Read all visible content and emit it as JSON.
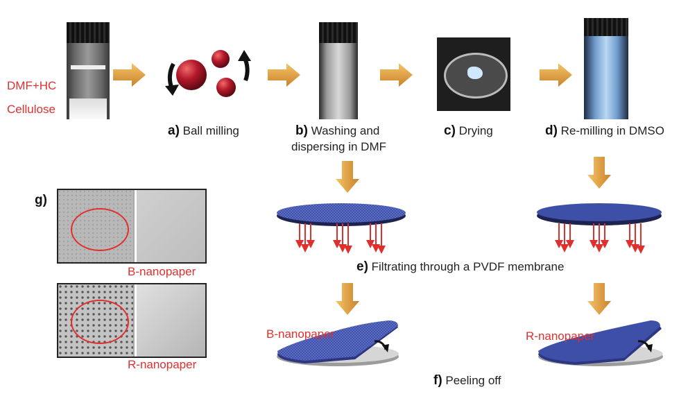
{
  "colors": {
    "red": "#e0302e",
    "arrow": "#e8a23a",
    "membrane": "#3e4fa8",
    "sphere": "#b3182a"
  },
  "inputs": {
    "line1": "DMF+HC",
    "line2": "Cellulose"
  },
  "steps": {
    "a": {
      "letter": "a)",
      "text": "Ball milling"
    },
    "b": {
      "letter": "b)",
      "text1": "Washing and",
      "text2": "dispersing in DMF"
    },
    "c": {
      "letter": "c)",
      "text": "Drying"
    },
    "d": {
      "letter": "d)",
      "text": "Re-milling in DMSO"
    },
    "e": {
      "letter": "e)",
      "text": "Filtrating through a PVDF membrane"
    },
    "f": {
      "letter": "f)",
      "text": "Peeling off"
    },
    "g": {
      "letter": "g)"
    }
  },
  "products": {
    "b_label": "B-nanopaper",
    "r_label": "R-nanopaper"
  },
  "panel_g": {
    "top_caption": "B-nanopaper",
    "bottom_caption": "R-nanopaper"
  }
}
